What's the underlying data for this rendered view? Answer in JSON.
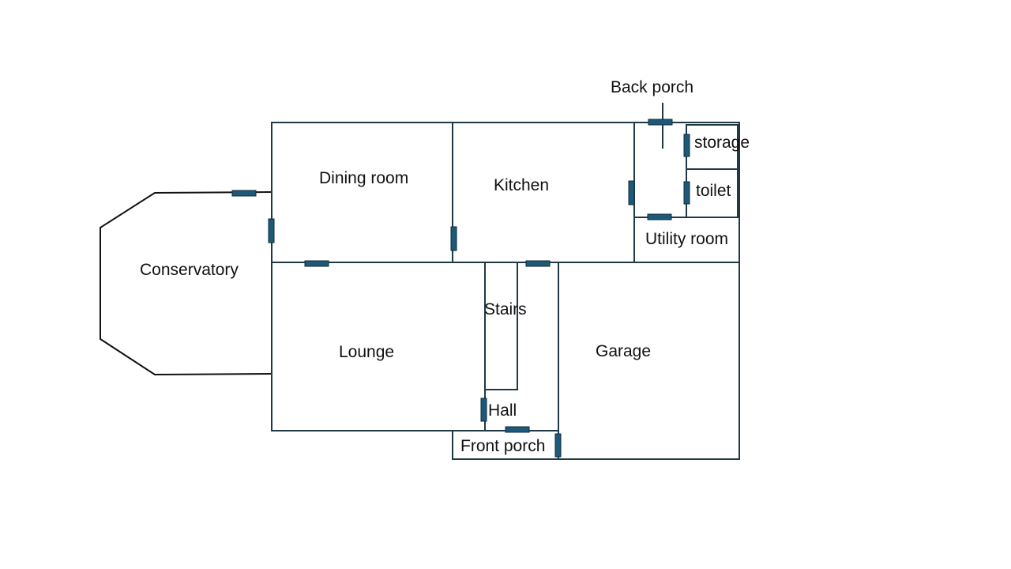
{
  "labels": {
    "back_porch": "Back porch",
    "dining_room": "Dining room",
    "kitchen": "Kitchen",
    "storage": "storage",
    "toilet": "toilet",
    "utility_room": "Utility room",
    "conservatory": "Conservatory",
    "stairs": "Stairs",
    "lounge": "Lounge",
    "garage": "Garage",
    "hall": "Hall",
    "front_porch": "Front porch"
  },
  "colors": {
    "wall": "#1f3a44",
    "door": "#1d5a7a"
  }
}
